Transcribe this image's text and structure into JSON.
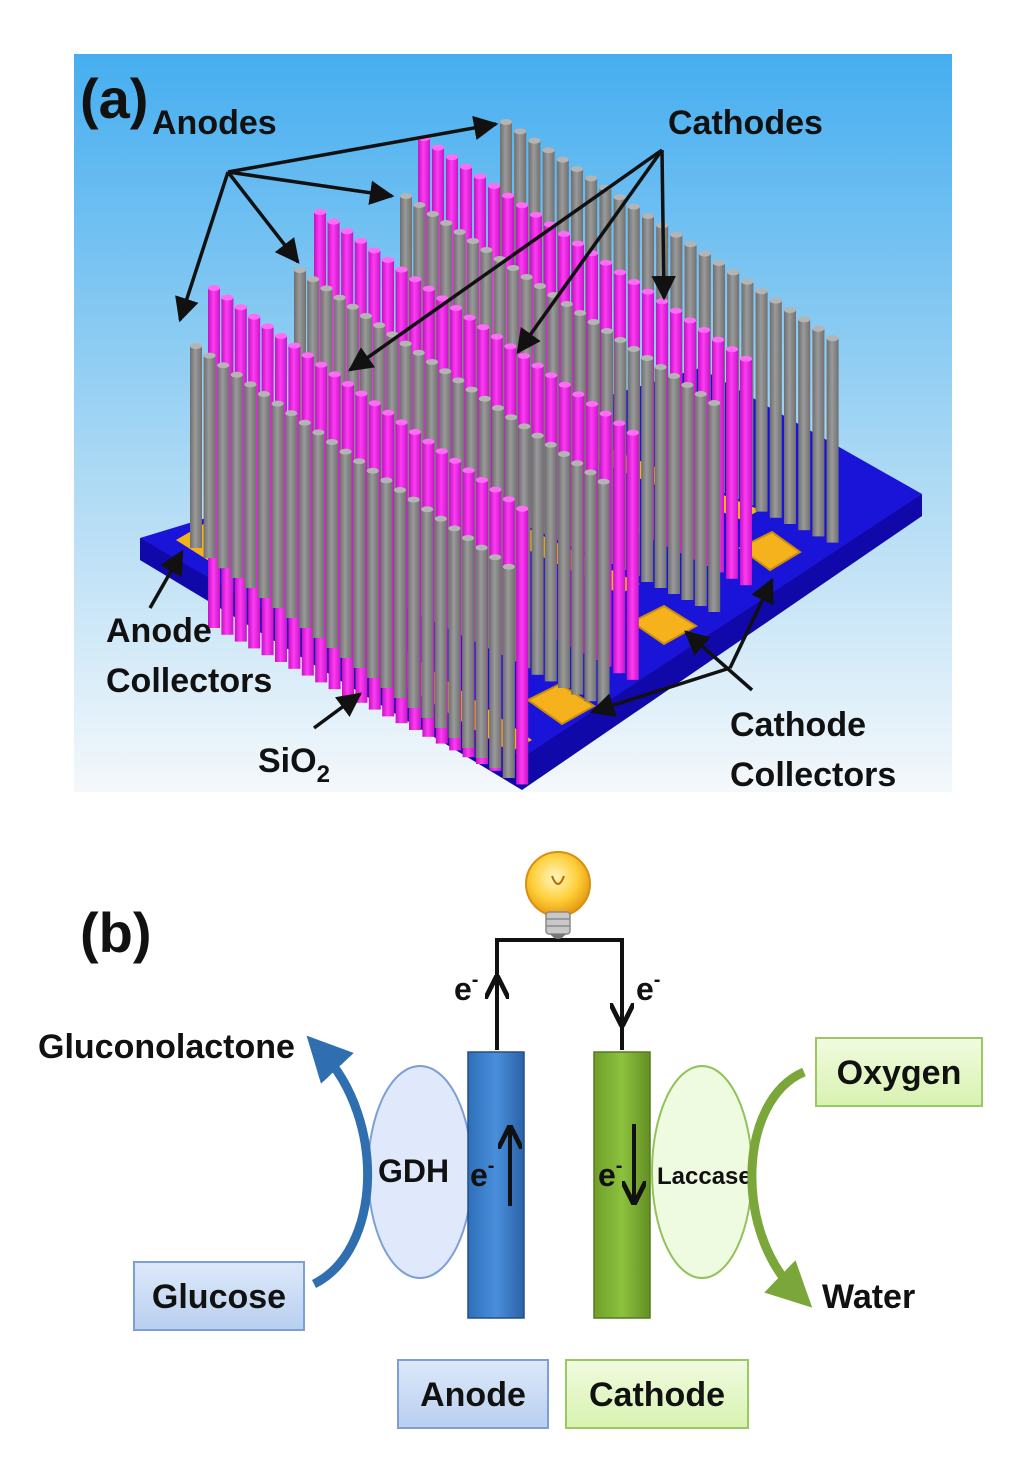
{
  "panel_a": {
    "tag": "(a)",
    "labels": {
      "anodes": "Anodes",
      "cathodes": "Cathodes",
      "anode_collectors_line1": "Anode",
      "anode_collectors_line2": "Collectors",
      "sio2_base": "SiO",
      "sio2_sub": "2",
      "cathode_collectors_line1": "Cathode",
      "cathode_collectors_line2": "Collectors"
    },
    "colors": {
      "background_top": "#4fb3ef",
      "background_bottom": "#ffffff",
      "substrate": "#1e18e6",
      "collector": "#f2b21a",
      "anode_pillar": "#8c8c8c",
      "cathode_pillar": "#ee20e6"
    }
  },
  "panel_b": {
    "tag": "(b)",
    "electron": "e",
    "electron_sup": "-",
    "gluconolactone": "Gluconolactone",
    "glucose": "Glucose",
    "gdh": "GDH",
    "laccase": "Laccase",
    "oxygen": "Oxygen",
    "water": "Water",
    "anode": "Anode",
    "cathode": "Cathode",
    "colors": {
      "anode_bar": "#3b7fcf",
      "cathode_bar": "#7fb032",
      "anode_arrow": "#2f6fb0",
      "cathode_arrow": "#7aa63a",
      "blue_box": "#cfe0f7",
      "green_box": "#e6f7c8"
    },
    "icons": [
      "light-bulb-icon"
    ]
  }
}
